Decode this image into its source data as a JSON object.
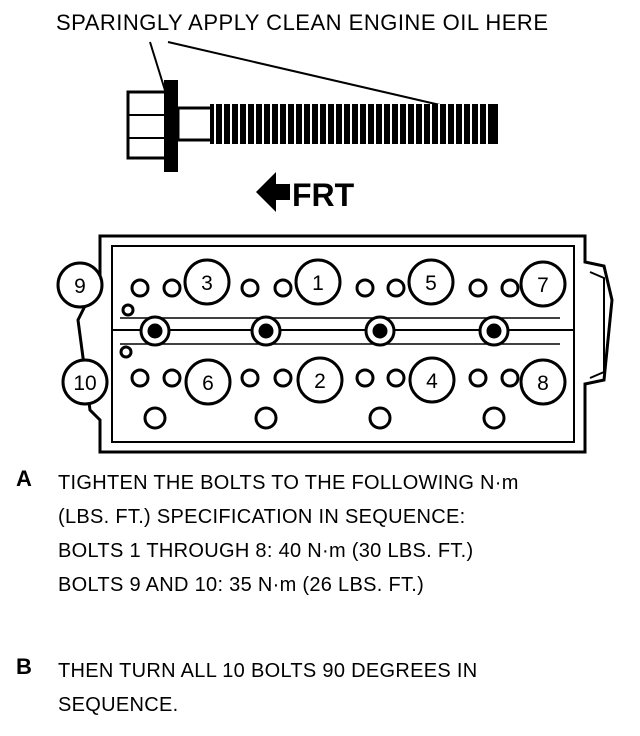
{
  "oil_label": "SPARINGLY APPLY CLEAN ENGINE OIL HERE",
  "direction_label": "FRT",
  "bolts": [
    {
      "number": "9"
    },
    {
      "number": "3"
    },
    {
      "number": "1"
    },
    {
      "number": "5"
    },
    {
      "number": "7"
    },
    {
      "number": "10"
    },
    {
      "number": "6"
    },
    {
      "number": "2"
    },
    {
      "number": "4"
    },
    {
      "number": "8"
    }
  ],
  "steps": [
    {
      "letter": "A",
      "lines": [
        "TIGHTEN THE BOLTS TO THE FOLLOWING N·m",
        "(LBS. FT.) SPECIFICATION IN SEQUENCE:",
        "BOLTS 1 THROUGH 8: 40 N·m (30 LBS. FT.)",
        "BOLTS 9 AND 10: 35 N·m (26 LBS. FT.)"
      ]
    },
    {
      "letter": "B",
      "lines": [
        "THEN TURN ALL 10 BOLTS 90 DEGREES IN",
        "SEQUENCE."
      ]
    }
  ]
}
